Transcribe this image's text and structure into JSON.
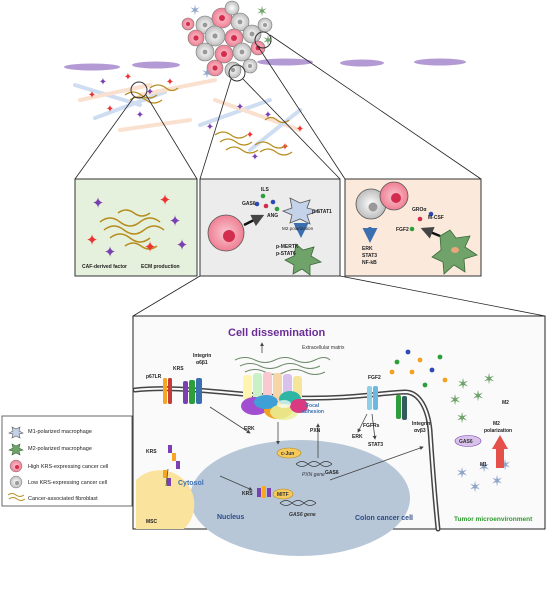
{
  "panels": {
    "caf": {
      "left_label": "CAF-derived factor",
      "right_label": "ECM production"
    },
    "middle": {
      "ils": "ILS",
      "gas6": "GAS6",
      "ang": "ANG",
      "pstat1": "p-STAT1",
      "m2_polarization": "M2 polarization",
      "pmertk": "p-MERTK",
      "pstat6": "p-STAT6"
    },
    "right": {
      "gro": "GROα",
      "mcsf": "M-CSF",
      "fgf2": "FGF2",
      "erk": "ERK",
      "stat3": "STAT3",
      "nfkb": "NF-kB"
    }
  },
  "legend": {
    "items": [
      {
        "icon": "m1-macrophage-icon",
        "label": "M1-polarized macrophage"
      },
      {
        "icon": "m2-macrophage-icon",
        "label": "M2-polarized macrophage"
      },
      {
        "icon": "high-krs-cell-icon",
        "label": "High KRS-expressing cancer cell"
      },
      {
        "icon": "low-krs-cell-icon",
        "label": "Low KRS-expressing cancer cell"
      },
      {
        "icon": "caf-icon",
        "label": "Cancer-associated  fibroblast"
      }
    ]
  },
  "detail": {
    "title": "Cell dissemination",
    "extracellular_matrix": "Extracellular matrix",
    "p67lr": "p67LR",
    "krs": "KRS",
    "integrin_a6b1": "Integrin",
    "integrin_a6b1_sub": "α6β1",
    "erk": "ERK",
    "pxn": "PXN",
    "focal_adhesion_1": "Focal",
    "focal_adhesion_2": "adhesion",
    "cjun": "c-Jun",
    "pxn_gene": "PXN gene",
    "mitf": "MITF",
    "gas6_gene": "GAS6 gene",
    "gas6": "GAS6",
    "fgf2": "FGF2",
    "fgfrs": "FGFRs",
    "erk2": "ERK",
    "stat3": "STAT3",
    "integrin_av_1": "Integrin",
    "integrin_av_2": "αvβ3",
    "cytosol": "Cytosol",
    "nucleus": "Nucleus",
    "msc": "MSC",
    "krs_cytosol": "KRS",
    "krs_nucleus": "KRS",
    "colon_cancer_cell": "Colon cancer cell",
    "tumor_microenvironment": "Tumor microenvironment",
    "m2": "M2",
    "m1": "M1",
    "m2_polarization_1": "M2",
    "m2_polarization_2": "polarization",
    "gas6_tme": "GAS6"
  },
  "colors": {
    "caf_panel_bg": "#e5f0dd",
    "middle_panel_bg": "#ececec",
    "right_panel_bg": "#fbe9dc",
    "title_purple": "#6a2d96",
    "nucleus_blue": "#b7c7d8",
    "tme_green": "#2c9a2c",
    "m2_green": "#6fa36a",
    "m1_blue": "#8fa5c8",
    "high_krs_pink": "#f28da0",
    "arrow_red": "#e5504a"
  }
}
